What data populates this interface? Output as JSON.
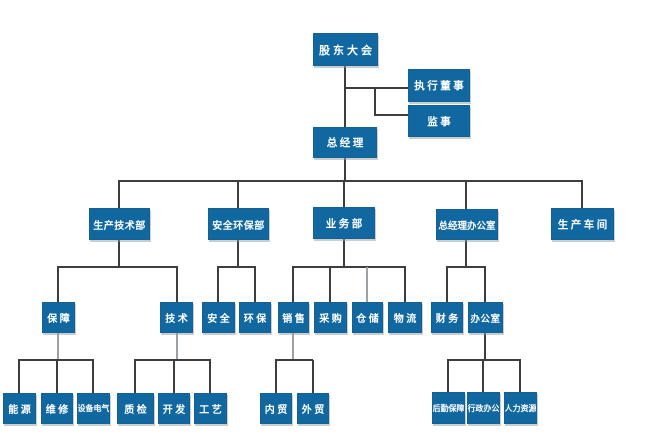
{
  "colors": {
    "node_fill": "#1168A0",
    "node_border": "#15618F",
    "node_text": "#FFFFFF",
    "connector": "#3D3D3D",
    "connector_light": "#9AA2A8",
    "background": "#FFFFFF"
  },
  "nodes": {
    "shareholders_meeting": {
      "label": "股东大会"
    },
    "executive_director": {
      "label": "执行董事"
    },
    "supervisor": {
      "label": "监事"
    },
    "general_manager": {
      "label": "总经理"
    },
    "production_tech_dept": {
      "label": "生产技术部"
    },
    "safety_env_dept": {
      "label": "安全环保部"
    },
    "business_dept": {
      "label": "业务部"
    },
    "gm_office": {
      "label": "总经理办公室"
    },
    "production_workshop": {
      "label": "生产车间"
    },
    "support": {
      "label": "保障"
    },
    "technology": {
      "label": "技术"
    },
    "safety": {
      "label": "安全"
    },
    "env_protection": {
      "label": "环保"
    },
    "sales": {
      "label": "销售"
    },
    "procurement": {
      "label": "采购"
    },
    "warehousing": {
      "label": "仓储"
    },
    "logistics": {
      "label": "物流"
    },
    "finance": {
      "label": "财务"
    },
    "office": {
      "label": "办公室"
    },
    "energy": {
      "label": "能源"
    },
    "maintenance": {
      "label": "维修"
    },
    "equipment_electrical": {
      "label": "设备电气"
    },
    "quality_inspection": {
      "label": "质检"
    },
    "development": {
      "label": "开发"
    },
    "process_craft": {
      "label": "工艺"
    },
    "domestic_trade": {
      "label": "内贸"
    },
    "foreign_trade": {
      "label": "外贸"
    },
    "logistics_support": {
      "label": "后勤保障"
    },
    "admin_office": {
      "label": "行政办公"
    },
    "human_resources": {
      "label": "人力资源"
    }
  },
  "structure": {
    "root": "shareholders_meeting",
    "children": {
      "shareholders_meeting": [
        "executive_director",
        "supervisor",
        "general_manager"
      ],
      "general_manager": [
        "production_tech_dept",
        "safety_env_dept",
        "business_dept",
        "gm_office",
        "production_workshop"
      ],
      "production_tech_dept": [
        "support",
        "technology"
      ],
      "safety_env_dept": [
        "safety",
        "env_protection"
      ],
      "business_dept": [
        "sales",
        "procurement",
        "warehousing",
        "logistics"
      ],
      "gm_office": [
        "finance",
        "office"
      ],
      "support": [
        "energy",
        "maintenance",
        "equipment_electrical"
      ],
      "technology": [
        "quality_inspection",
        "development",
        "process_craft"
      ],
      "sales": [
        "domestic_trade",
        "foreign_trade"
      ],
      "office": [
        "logistics_support",
        "admin_office",
        "human_resources"
      ]
    }
  }
}
